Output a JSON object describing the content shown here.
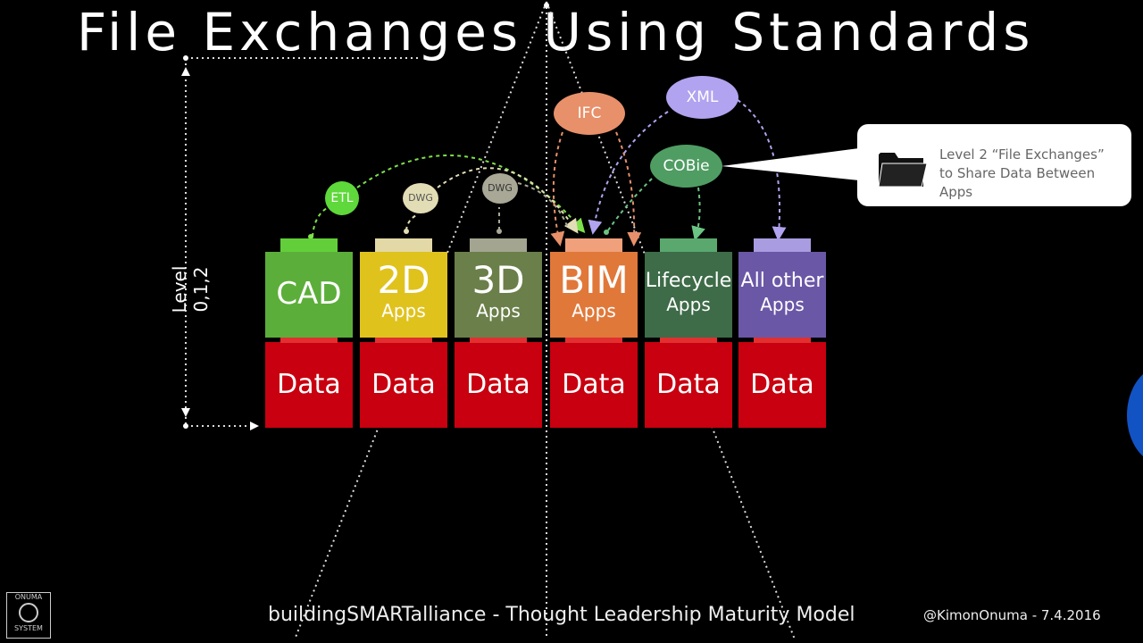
{
  "slide": {
    "title": "File Exchanges Using Standards",
    "level_label": "Level 0,1,2",
    "footer": "buildingSMARTalliance - Thought Leadership Maturity Model",
    "credit": "@KimonOnuma - 7.4.2016",
    "logo": {
      "top": "ONUMA",
      "bottom": "SYSTEM"
    }
  },
  "apps": [
    {
      "main": "CAD",
      "sub": "",
      "color": "#5cae3a",
      "cap_color": "#62cf3a"
    },
    {
      "main": "2D",
      "sub": "Apps",
      "color": "#e0c21d",
      "cap_color": "#e3d9a6"
    },
    {
      "main": "3D",
      "sub": "Apps",
      "color": "#6b7f4a",
      "cap_color": "#a3a590"
    },
    {
      "main": "BIM",
      "sub": "Apps",
      "color": "#e0783a",
      "cap_color": "#f0a07a"
    },
    {
      "main": "Lifecycle",
      "sub": "Apps",
      "color": "#3e6b48",
      "cap_color": "#5aa86e"
    },
    {
      "main": "All other",
      "sub": "Apps",
      "color": "#6a57a6",
      "cap_color": "#a99ce0"
    }
  ],
  "data_label": "Data",
  "bubbles": {
    "etl": {
      "label": "ETL",
      "color": "#5ed83a"
    },
    "dwg1": {
      "label": "DWG",
      "color": "#e3ddb5"
    },
    "dwg2": {
      "label": "DWG",
      "color": "#a9a896"
    },
    "ifc": {
      "label": "IFC",
      "color": "#e8906a"
    },
    "xml": {
      "label": "XML",
      "color": "#b1a3ef"
    },
    "cobie": {
      "label": "COBie",
      "color": "#4f9d63"
    }
  },
  "callout": {
    "line1": "Level 2 “File Exchanges”",
    "line2": "to Share Data Between Apps",
    "icon": "folder-icon"
  },
  "accent_colors": {
    "data_red": "#c8000f",
    "background": "#000000",
    "offscreen_blue": "#1253c4"
  }
}
